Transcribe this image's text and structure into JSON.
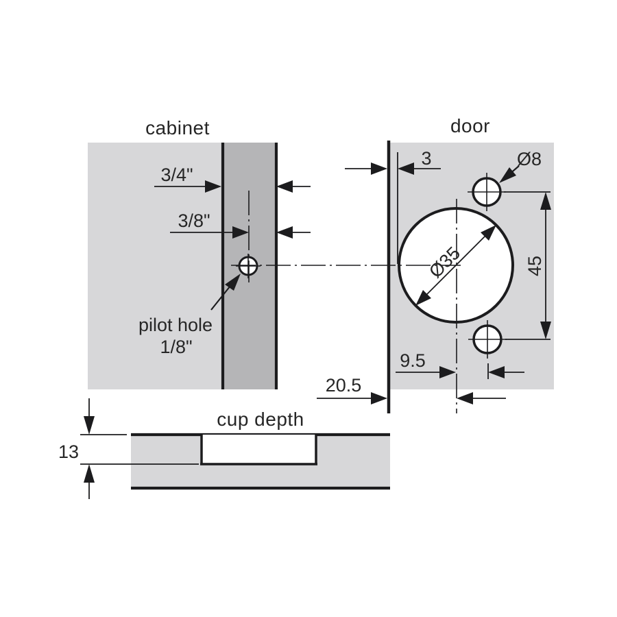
{
  "labels": {
    "cabinet": "cabinet",
    "door": "door",
    "cup_depth": "cup depth",
    "pilot_hole_line1": "pilot hole",
    "pilot_hole_line2": "1/8\""
  },
  "dimensions": {
    "cabinet_side_thickness": "3/4\"",
    "pilot_hole_setback": "3/8\"",
    "door_edge_clearance": "3",
    "screw_hole_diameter": "Ø8",
    "cup_hole_diameter": "Ø35",
    "screw_hole_spacing": "45",
    "screw_offset_from_cup_center": "9.5",
    "cup_center_setback": "20.5",
    "cup_depth_value": "13"
  },
  "colors": {
    "background": "#ffffff",
    "panel_light": "#d7d7d9",
    "panel_dark": "#b5b5b7",
    "line": "#1c1c1e",
    "text": "#262626"
  }
}
